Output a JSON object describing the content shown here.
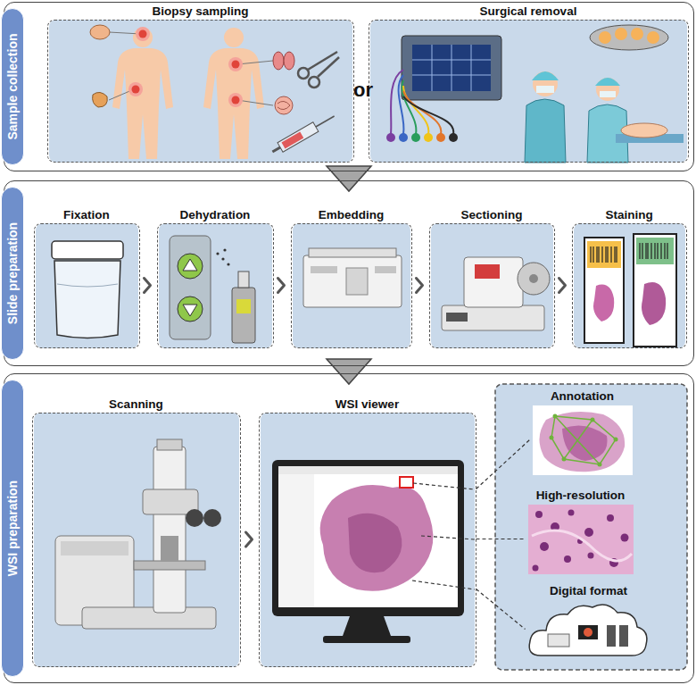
{
  "diagram": {
    "nodes": [
      {
        "text": [
          "Sample collection"
        ]
      },
      {
        "text": [
          "Biopsy sampling"
        ],
        "in": 0
      },
      {
        "text": [
          "Surgical removal"
        ],
        "in": 0
      },
      {
        "text": [
          "Slide preparation"
        ]
      },
      {
        "text": [
          "Fixation"
        ],
        "in": 3
      },
      {
        "text": [
          "Dehydration"
        ],
        "in": 3
      },
      {
        "text": [
          "Embedding"
        ],
        "in": 3
      },
      {
        "text": [
          "Sectioning"
        ],
        "in": 3
      },
      {
        "text": [
          "Staining"
        ],
        "in": 3
      },
      {
        "text": [
          "WSI preparation"
        ]
      },
      {
        "text": [
          "Scanning"
        ],
        "in": 9
      },
      {
        "text": [
          "WSI viewer"
        ],
        "in": 9
      },
      {
        "text": [
          "Annotation"
        ],
        "in": 9
      },
      {
        "text": [
          "High-resolution"
        ],
        "in": 9
      },
      {
        "text": [
          "Digital format"
        ],
        "in": 9
      }
    ],
    "edges": [
      {
        "from": 0,
        "to": 3,
        "arrow": "to"
      },
      {
        "from": 3,
        "to": 9,
        "arrow": "to"
      },
      {
        "from": 4,
        "to": 5,
        "arrow": "to"
      },
      {
        "from": 5,
        "to": 6,
        "arrow": "to"
      },
      {
        "from": 6,
        "to": 7,
        "arrow": "to"
      },
      {
        "from": 7,
        "to": 8,
        "arrow": "to"
      },
      {
        "from": 10,
        "to": 11,
        "arrow": "to"
      },
      {
        "from": 11,
        "to": 12,
        "arrow": "none"
      },
      {
        "from": 11,
        "to": 13,
        "arrow": "none"
      },
      {
        "from": 11,
        "to": 14,
        "arrow": "none"
      }
    ],
    "labels": [
      "or"
    ]
  }
}
